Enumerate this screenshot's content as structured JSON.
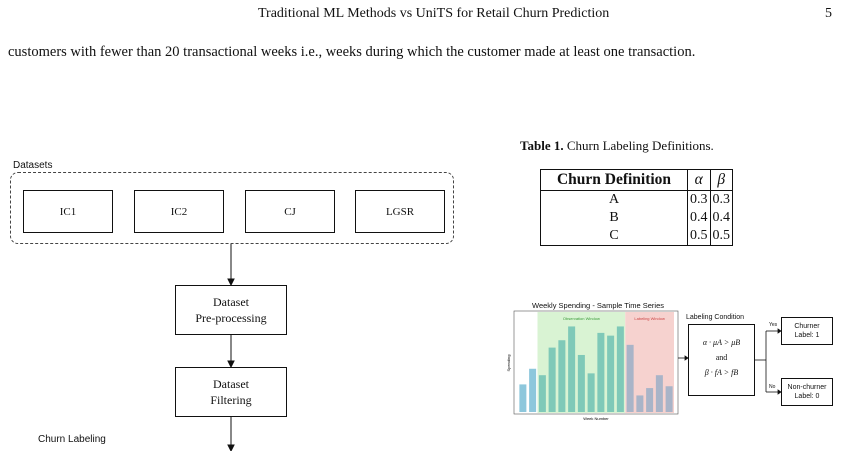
{
  "header": {
    "running_title": "Traditional ML Methods vs UniTS for Retail Churn Prediction",
    "page_number": "5"
  },
  "body_text": "customers with fewer than 20 transactional weeks i.e., weeks during which the customer made at least one transaction.",
  "flow": {
    "datasets_label": "Datasets",
    "datasets": [
      "IC1",
      "IC2",
      "CJ",
      "LGSR"
    ],
    "preprocessing": [
      "Dataset",
      "Pre-processing"
    ],
    "filtering": [
      "Dataset",
      "Filtering"
    ],
    "churn_labeling": "Churn Labeling"
  },
  "table": {
    "caption_bold": "Table 1.",
    "caption_text": "Churn Labeling Definitions.",
    "headers": [
      "Churn Definition",
      "α",
      "β"
    ],
    "rows": [
      [
        "A",
        "0.3",
        "0.3"
      ],
      [
        "B",
        "0.4",
        "0.4"
      ],
      [
        "C",
        "0.5",
        "0.5"
      ]
    ]
  },
  "labeling_figure": {
    "title": "Weekly Spending - Sample Time Series",
    "observation_window": "Observation Window",
    "labeling_window": "Labeling Window",
    "y_label": "Spending",
    "x_label": "Week Number",
    "condition_title": "Labeling Condition",
    "condition_1": "α · μA > μB",
    "condition_join": "and",
    "condition_2": "β · fA > fB",
    "yes_label": "Yes",
    "no_label": "No",
    "churner": [
      "Churner",
      "Label: 1"
    ],
    "non_churner": [
      "Non-churner",
      "Label: 0"
    ]
  },
  "chart_data": {
    "type": "bar",
    "title": "Weekly Spending - Sample Time Series",
    "xlabel": "Week Number",
    "ylabel": "Spending",
    "values": [
      0.3,
      0.47,
      0.4,
      0.7,
      0.78,
      0.93,
      0.62,
      0.42,
      0.86,
      0.83,
      0.93,
      0.73,
      0.18,
      0.26,
      0.4,
      0.28
    ],
    "series_colors": {
      "pre": "#8dc7dc",
      "observation": "#7fc9b8",
      "labeling": "#a9b4c8"
    },
    "windows": {
      "observation": [
        2,
        10
      ],
      "labeling": [
        11,
        15
      ]
    },
    "window_colors": {
      "observation": "#d9f3d3",
      "labeling": "#f6d2cf"
    }
  }
}
